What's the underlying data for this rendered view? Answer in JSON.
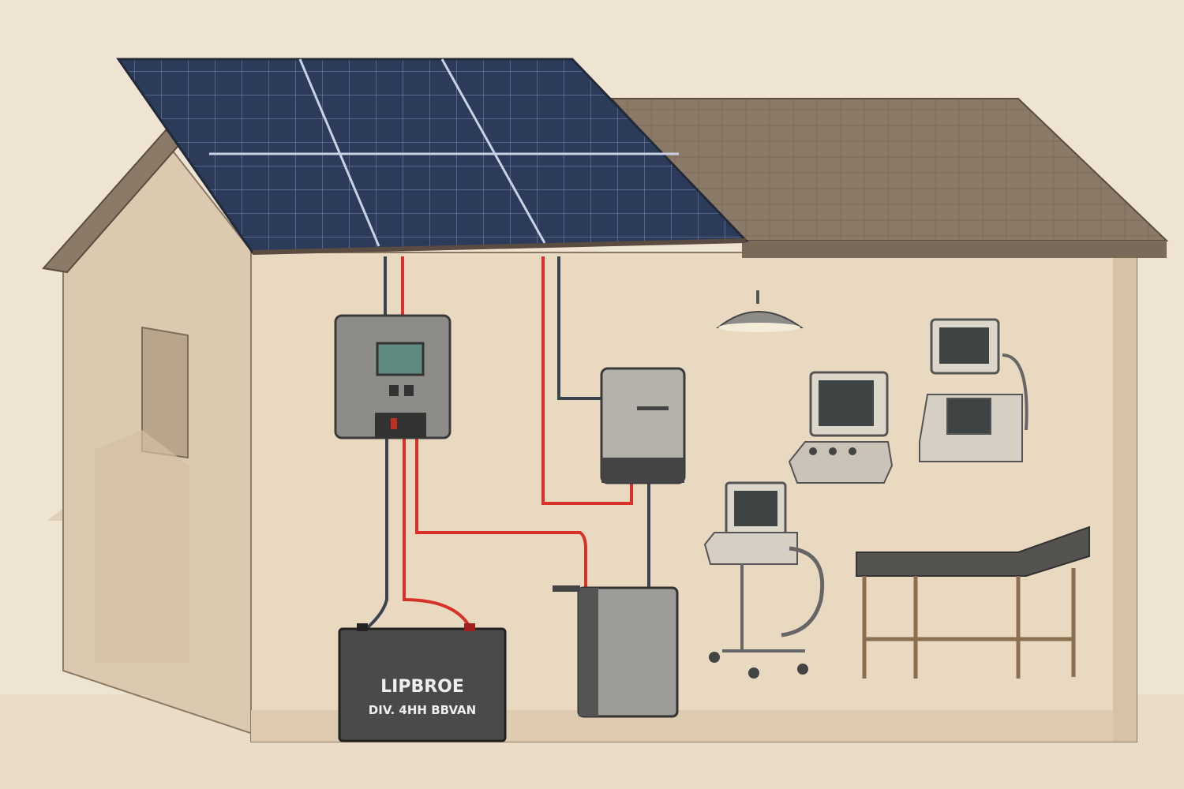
{
  "illustration": {
    "battery": {
      "label_line1": "LIPBROE",
      "label_line2": "DIV. 4HH BBVAN"
    },
    "colors": {
      "background": "#efe4d2",
      "wall": "#e6d7bf",
      "wall_shadow": "#d9c6a8",
      "roof": "#8c7a68",
      "solar_panel": "#2c3b5a",
      "cable_red": "#d8312a",
      "cable_dark": "#3a4450",
      "device_gray": "#8e8c88",
      "battery": "#4a4a48",
      "screen": "#5f8a80"
    },
    "icons": [
      "solar-panel",
      "charge-controller",
      "inverter",
      "battery",
      "power-storage-unit",
      "ceiling-lamp",
      "medical-monitor",
      "ultrasound-cart",
      "examination-bed"
    ]
  }
}
